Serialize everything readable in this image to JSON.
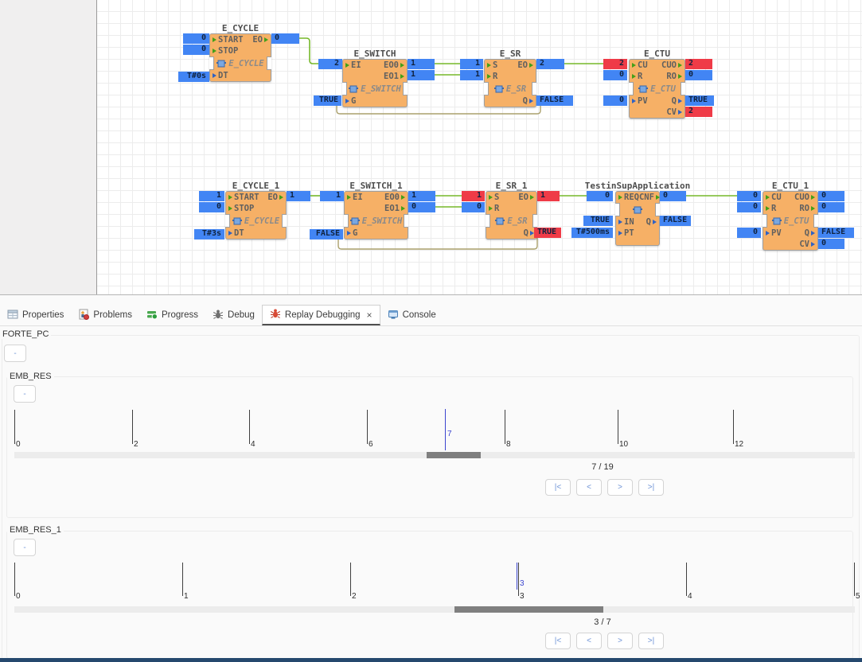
{
  "palette": {
    "block_fill": "#f6b066",
    "value_blue": "#4285f4",
    "value_changed_red": "#ef3b47",
    "event_connection_green": "#76b82a",
    "data_connection_olive": "#aaa06b",
    "marker_blue": "#3b45cf",
    "button_accent_blue": "#6f94d6"
  },
  "canvas": {
    "blocks": [
      {
        "title": "E_CYCLE",
        "type": "E_CYCLE",
        "pins": {
          "start": "START",
          "stop": "STOP",
          "dt": "DT",
          "eo": "EO"
        },
        "io": {
          "start": "0",
          "stop": "0",
          "dt": "T#0s",
          "eo": "0"
        }
      },
      {
        "title": "E_SWITCH",
        "type": "E_SWITCH",
        "pins": {
          "ei": "EI",
          "g": "G",
          "eo0": "EO0",
          "eo1": "EO1"
        },
        "io": {
          "ei": "2",
          "g": "TRUE",
          "eo0": "1",
          "eo1": "1"
        }
      },
      {
        "title": "E_SR",
        "type": "E_SR",
        "pins": {
          "s": "S",
          "r": "R",
          "eo": "EO",
          "q": "Q"
        },
        "io": {
          "s": "1",
          "r": "1",
          "eo": "2",
          "q": "FALSE"
        }
      },
      {
        "title": "E_CTU",
        "type": "E_CTU",
        "pins": {
          "cu": "CU",
          "r": "R",
          "pv": "PV",
          "cuo": "CUO",
          "ro": "RO",
          "q": "Q",
          "cv": "CV"
        },
        "io": {
          "cu": "2",
          "r": "0",
          "pv": "0",
          "cuo": "2",
          "ro": "0",
          "q": "TRUE",
          "cv": "2"
        }
      },
      {
        "title": "E_CYCLE_1",
        "type": "E_CYCLE",
        "pins": {
          "start": "START",
          "stop": "STOP",
          "dt": "DT",
          "eo": "EO"
        },
        "io": {
          "start": "1",
          "stop": "0",
          "dt": "T#3s",
          "eo": "1"
        }
      },
      {
        "title": "E_SWITCH_1",
        "type": "E_SWITCH",
        "pins": {
          "ei": "EI",
          "g": "G",
          "eo0": "EO0",
          "eo1": "EO1"
        },
        "io": {
          "ei": "1",
          "g": "FALSE",
          "eo0": "1",
          "eo1": "0"
        }
      },
      {
        "title": "E_SR_1",
        "type": "E_SR",
        "pins": {
          "s": "S",
          "r": "R",
          "eo": "EO",
          "q": "Q"
        },
        "io": {
          "s": "1",
          "r": "0",
          "eo": "1",
          "q": "TRUE"
        }
      },
      {
        "title": "TestinSupApplication",
        "type": "",
        "pins": {
          "req": "REQ",
          "cnf": "CNF",
          "in": "IN",
          "pt": "PT",
          "q": "Q"
        },
        "io": {
          "req": "0",
          "cnf": "0",
          "in": "TRUE",
          "pt": "T#500ms",
          "q": "FALSE"
        }
      },
      {
        "title": "E_CTU_1",
        "type": "E_CTU",
        "pins": {
          "cu": "CU",
          "r": "R",
          "pv": "PV",
          "cuo": "CUO",
          "ro": "RO",
          "q": "Q",
          "cv": "CV"
        },
        "io": {
          "cu": "0",
          "r": "0",
          "pv": "0",
          "cuo": "0",
          "ro": "0",
          "q": "FALSE",
          "cv": "0"
        }
      }
    ]
  },
  "tabs": {
    "items": [
      {
        "label": "Properties",
        "icon": "properties-icon"
      },
      {
        "label": "Problems",
        "icon": "problems-icon"
      },
      {
        "label": "Progress",
        "icon": "progress-icon"
      },
      {
        "label": "Debug",
        "icon": "debug-icon"
      },
      {
        "label": "Replay Debugging",
        "icon": "replay-debugging-icon",
        "close": "×"
      },
      {
        "label": "Console",
        "icon": "console-icon"
      }
    ]
  },
  "replay": {
    "device_label": "FORTE_PC",
    "collapse_label": "-",
    "resources": [
      {
        "label": "EMB_RES",
        "collapse": "-",
        "counter": "7 / 19",
        "marker": "7",
        "ticks": [
          "0",
          "2",
          "4",
          "6",
          "8",
          "10",
          "12"
        ],
        "nav": [
          "|<",
          "<",
          ">",
          ">|"
        ]
      },
      {
        "label": "EMB_RES_1",
        "collapse": "-",
        "counter": "3 / 7",
        "marker": "3",
        "ticks": [
          "0",
          "1",
          "2",
          "3",
          "4",
          "5"
        ],
        "nav": [
          "|<",
          "<",
          ">",
          ">|"
        ]
      }
    ]
  }
}
